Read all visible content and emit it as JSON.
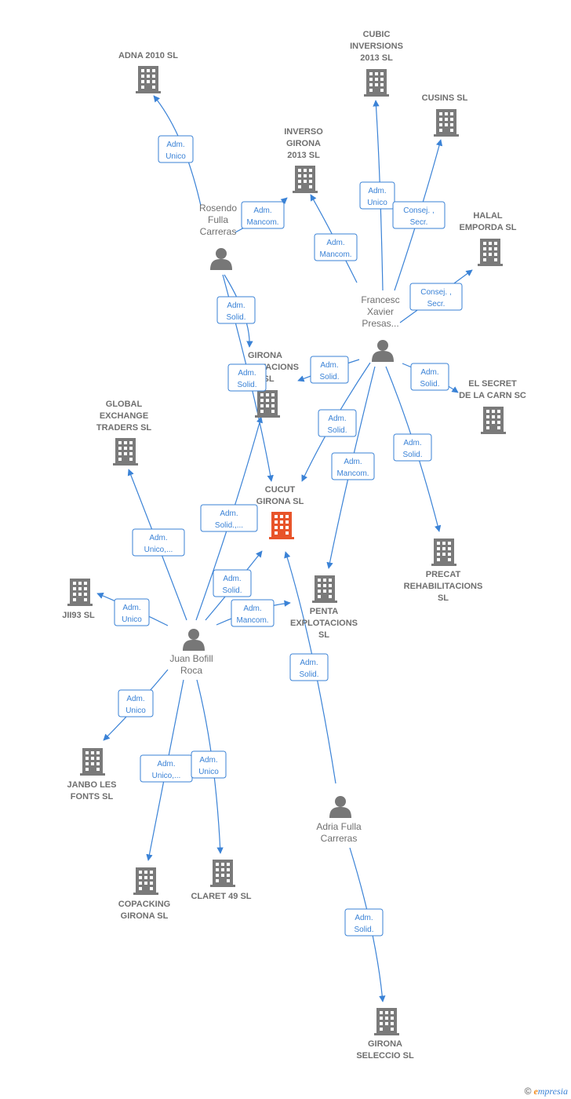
{
  "colors": {
    "edge": "#3a82d6",
    "building": "#7a7a7a",
    "focus_building": "#e8542a",
    "person": "#777777"
  },
  "companies": [
    {
      "id": "adna",
      "lines": [
        "ADNA 2010 SL"
      ],
      "icon": "building-icon"
    },
    {
      "id": "cubic",
      "lines": [
        "CUBIC",
        "INVERSIONS",
        "2013  SL"
      ],
      "icon": "building-icon"
    },
    {
      "id": "cusins",
      "lines": [
        "CUSINS  SL"
      ],
      "icon": "building-icon"
    },
    {
      "id": "inverso",
      "lines": [
        "INVERSO",
        "GIRONA",
        "2013  SL"
      ],
      "icon": "building-icon"
    },
    {
      "id": "halal",
      "lines": [
        "HALAL",
        "EMPORDA  SL"
      ],
      "icon": "building-icon"
    },
    {
      "id": "girona2",
      "lines": [
        "GIRONA",
        "EXPLOTACIONS",
        "2 SL"
      ],
      "icon": "building-icon"
    },
    {
      "id": "secret",
      "lines": [
        "EL SECRET",
        "DE LA CARN SC"
      ],
      "icon": "building-icon"
    },
    {
      "id": "global",
      "lines": [
        "GLOBAL",
        "EXCHANGE",
        "TRADERS  SL"
      ],
      "icon": "building-icon"
    },
    {
      "id": "cucut",
      "lines": [
        "CUCUT",
        "GIRONA  SL"
      ],
      "icon": "building-icon",
      "focus": true
    },
    {
      "id": "precat",
      "lines": [
        "PRECAT",
        "REHABILITACIONS",
        "SL"
      ],
      "icon": "building-icon"
    },
    {
      "id": "jii93",
      "lines": [
        "JII93  SL"
      ],
      "icon": "building-icon"
    },
    {
      "id": "penta",
      "lines": [
        "PENTA",
        "EXPLOTACIONS",
        "SL"
      ],
      "icon": "building-icon"
    },
    {
      "id": "janbo",
      "lines": [
        "JANBO LES",
        "FONTS SL"
      ],
      "icon": "building-icon"
    },
    {
      "id": "copacking",
      "lines": [
        "COPACKING",
        "GIRONA  SL"
      ],
      "icon": "building-icon"
    },
    {
      "id": "claret",
      "lines": [
        "CLARET 49 SL"
      ],
      "icon": "building-icon"
    },
    {
      "id": "seleccio",
      "lines": [
        "GIRONA",
        "SELECCIO SL"
      ],
      "icon": "building-icon"
    }
  ],
  "people": [
    {
      "id": "rosendo",
      "lines": [
        "Rosendo",
        "Fulla",
        "Carreras"
      ],
      "icon": "person-icon"
    },
    {
      "id": "francesc",
      "lines": [
        "Francesc",
        "Xavier",
        "Presas..."
      ],
      "icon": "person-icon"
    },
    {
      "id": "juan",
      "lines": [
        "Juan Bofill",
        "Roca"
      ],
      "icon": "person-icon"
    },
    {
      "id": "adria",
      "lines": [
        "Adria Fulla",
        "Carreras"
      ],
      "icon": "person-icon"
    }
  ],
  "relations": [
    {
      "from": "rosendo",
      "to": "adna",
      "role": [
        "Adm.",
        "Unico"
      ]
    },
    {
      "from": "rosendo",
      "to": "inverso",
      "role": [
        "Adm.",
        "Mancom."
      ]
    },
    {
      "from": "rosendo",
      "to": "girona2",
      "role": [
        "Adm.",
        "Solid."
      ]
    },
    {
      "from": "rosendo",
      "to": "cucut",
      "role": [
        "Adm.",
        "Solid."
      ]
    },
    {
      "from": "francesc",
      "to": "cubic",
      "role": [
        "Adm.",
        "Unico"
      ]
    },
    {
      "from": "francesc",
      "to": "cusins",
      "role": [
        "Consej. ,",
        "Secr."
      ]
    },
    {
      "from": "francesc",
      "to": "inverso",
      "role": [
        "Adm.",
        "Mancom."
      ]
    },
    {
      "from": "francesc",
      "to": "halal",
      "role": [
        "Consej. ,",
        "Secr."
      ]
    },
    {
      "from": "francesc",
      "to": "girona2",
      "role": [
        "Adm.",
        "Solid."
      ]
    },
    {
      "from": "francesc",
      "to": "secret",
      "role": [
        "Adm.",
        "Solid."
      ]
    },
    {
      "from": "francesc",
      "to": "cucut",
      "role": [
        "Adm.",
        "Solid."
      ]
    },
    {
      "from": "francesc",
      "to": "penta",
      "role": [
        "Adm.",
        "Mancom."
      ]
    },
    {
      "from": "francesc",
      "to": "precat",
      "role": [
        "Adm.",
        "Solid."
      ]
    },
    {
      "from": "juan",
      "to": "global",
      "role": [
        "Adm.",
        "Unico,..."
      ]
    },
    {
      "from": "juan",
      "to": "girona2",
      "role": [
        "Adm.",
        "Solid.,..."
      ]
    },
    {
      "from": "juan",
      "to": "cucut",
      "role": [
        "Adm.",
        "Solid."
      ]
    },
    {
      "from": "juan",
      "to": "jii93",
      "role": [
        "Adm.",
        "Unico"
      ]
    },
    {
      "from": "juan",
      "to": "penta",
      "role": [
        "Adm.",
        "Mancom."
      ]
    },
    {
      "from": "juan",
      "to": "janbo",
      "role": [
        "Adm.",
        "Unico"
      ]
    },
    {
      "from": "juan",
      "to": "copacking",
      "role": [
        "Adm.",
        "Unico,..."
      ]
    },
    {
      "from": "juan",
      "to": "claret",
      "role": [
        "Adm.",
        "Unico"
      ]
    },
    {
      "from": "adria",
      "to": "cucut",
      "role": [
        "Adm.",
        "Solid."
      ]
    },
    {
      "from": "adria",
      "to": "seleccio",
      "role": [
        "Adm.",
        "Solid."
      ]
    }
  ],
  "footer": {
    "copyright": "©",
    "brand_initial": "e",
    "brand_rest": "mpresia"
  }
}
